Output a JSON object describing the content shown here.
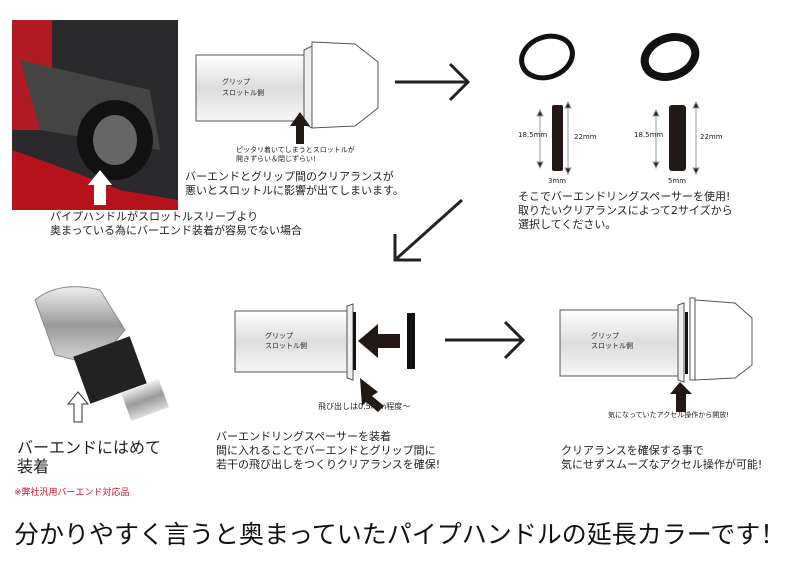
{
  "top_left": {
    "caption_line1": "パイプハンドルがスロットルスリーブより",
    "caption_line2": "奥まっている為にバーエンド装着が容易でない場合"
  },
  "diagram1": {
    "grip_label1": "グリップ",
    "grip_label2": "スロットル側",
    "note_line1": "ピッタリ着いてしまうとスロットルが",
    "note_line2": "開きずらい＆閉じずらい!",
    "problem_line1": "バーエンドとグリップ間のクリアランスが",
    "problem_line2": "悪いとスロットルに影響が出てしまいます。"
  },
  "spacers": {
    "small": {
      "inner": "18.5mm",
      "outer": "22mm",
      "width": "3mm"
    },
    "large": {
      "inner": "18.5mm",
      "outer": "22mm",
      "width": "5mm"
    },
    "text_line1": "そこでバーエンドリングスペーサーを使用!",
    "text_line2": "取りたいクリアランスによって2サイズから",
    "text_line3": "選択してください。"
  },
  "product": {
    "caption_line1": "バーエンドにはめて",
    "caption_line2": "装着",
    "note": "※弊社汎用バーエンド対応品",
    "note_color": "#c8102e"
  },
  "diagram2": {
    "grip_label1": "グリップ",
    "grip_label2": "スロットル側",
    "protrusion": "飛び出しは0.5mm程度～",
    "text_line1": "バーエンドリングスペーサーを装着",
    "text_line2": "間に入れることでバーエンドとグリップ間に",
    "text_line3": "若干の飛び出しをつくりクリアランスを確保!"
  },
  "diagram3": {
    "grip_label1": "グリップ",
    "grip_label2": "スロットル側",
    "note": "気になっていたアクセル操作から開放!",
    "text_line1": "クリアランスを確保する事で",
    "text_line2": "気にせずスムーズなアクセル操作が可能!"
  },
  "headline": "分かりやすく言うと奥まっていたパイプハンドルの延長カラーです！"
}
